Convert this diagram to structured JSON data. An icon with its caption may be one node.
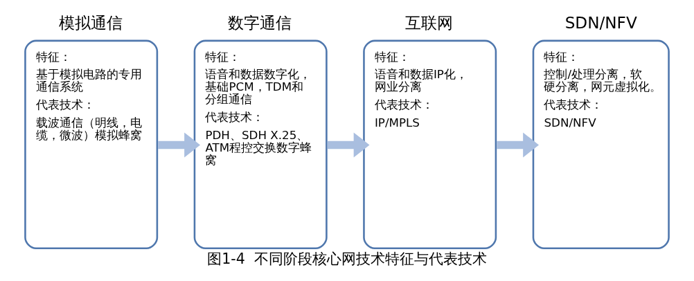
{
  "diagram": {
    "caption": "图1-4  不同阶段核心网技术特征与代表技术",
    "nodes": [
      {
        "text": [
          "模拟通信",
          "特征：",
          "基于模拟电路的专用通信系统",
          "代表技术：",
          "载波通信（明线，电缆，微波）模拟蜂窝"
        ]
      },
      {
        "text": [
          "数字通信",
          "特征：",
          "语音和数据数字化，基础PCM，TDM和分组通信",
          "代表技术：",
          "PDH、SDH X.25、ATM程控交换数字蜂窝"
        ]
      },
      {
        "text": [
          "互联网",
          "特征：",
          "语音和数据IP化，网业分离",
          "代表技术：",
          "IP/MPLS"
        ]
      },
      {
        "text": [
          "SDN/NFV",
          "特征：",
          "控制/处理分离，软硬分离，网元虚拟化。",
          "代表技术：",
          "SDN/NFV"
        ]
      }
    ],
    "edges": [
      {
        "from": 0,
        "to": 1,
        "arrow": "to"
      },
      {
        "from": 1,
        "to": 2,
        "arrow": "to"
      },
      {
        "from": 2,
        "to": 3,
        "arrow": "to"
      }
    ]
  }
}
